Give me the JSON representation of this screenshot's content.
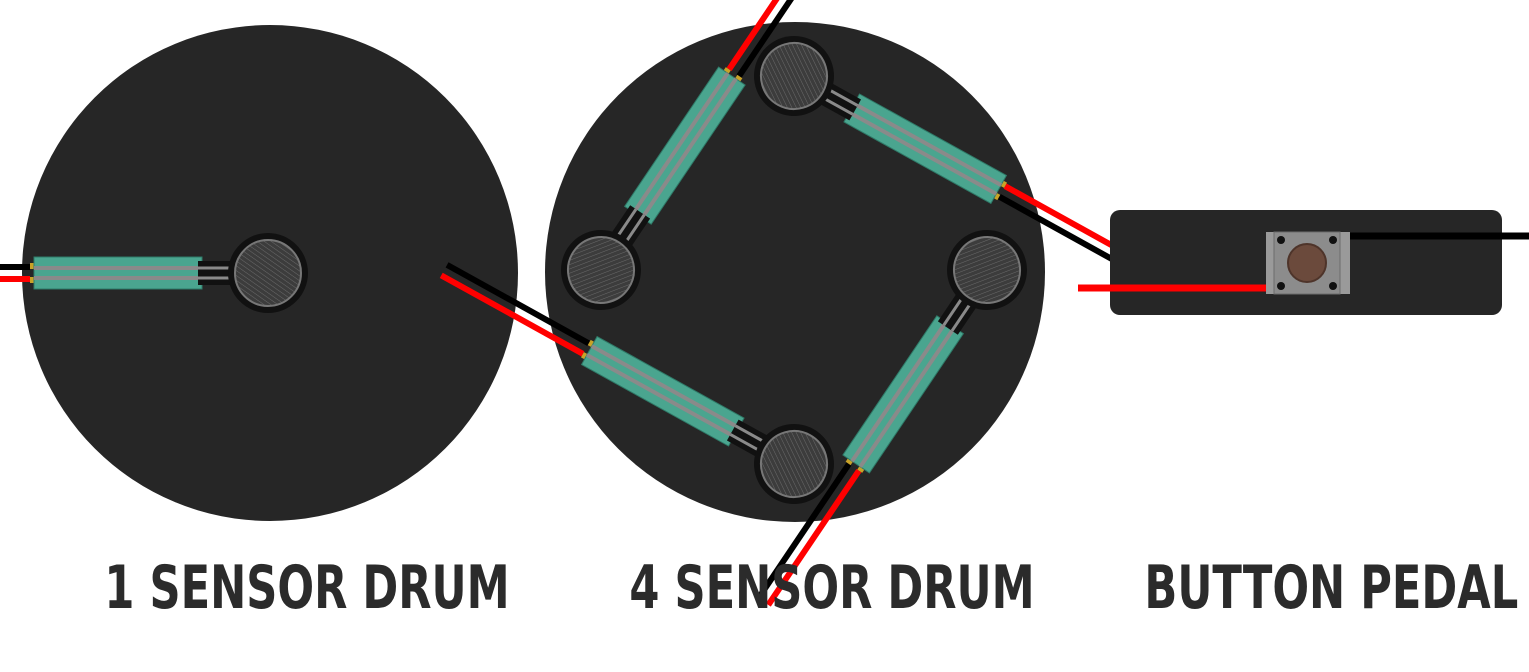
{
  "labels": {
    "one_sensor": "1 SENSOR DRUM",
    "four_sensor": "4 SENSOR DRUM",
    "pedal": "BUTTON PEDAL"
  },
  "colors": {
    "drum_body": "#262626",
    "wire_red": "#ff0000",
    "wire_black": "#000000",
    "sensor_strip": "#4aa58f",
    "sensor_trace": "#8a8a8a",
    "sensor_pad": "#3a3a3a",
    "button_body": "#8c8c8c",
    "button_cap": "#6b4a3c",
    "label_text": "#2b2b2b"
  },
  "icons": [
    "force-sensor-icon",
    "push-button-icon"
  ]
}
